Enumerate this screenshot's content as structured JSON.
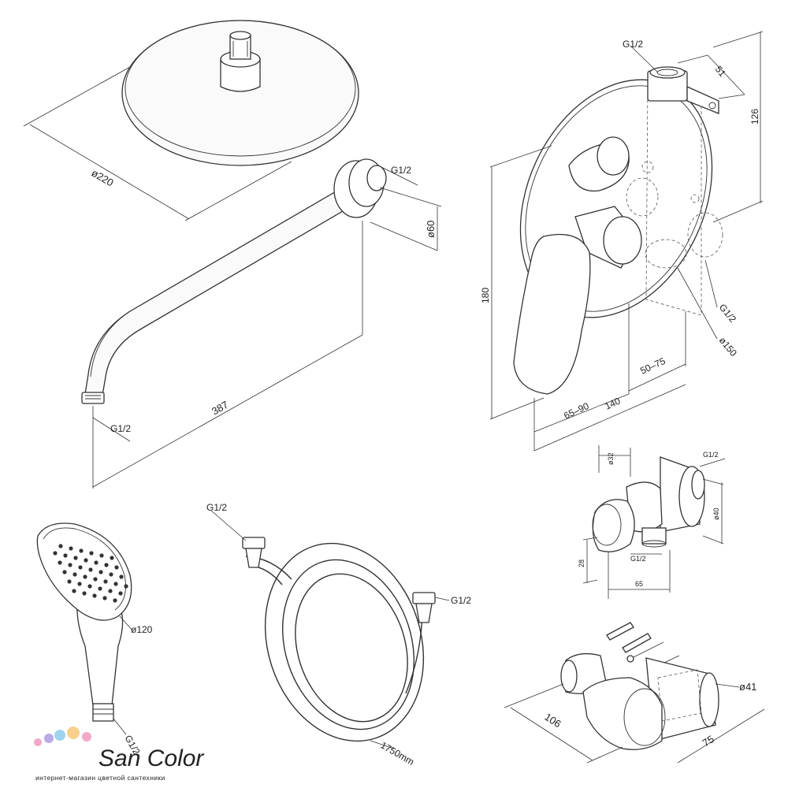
{
  "dimensions": {
    "head_diameter": "ø220",
    "arm_length": "387",
    "arm_flange_diameter": "ø60",
    "arm_wall_thread": "G1/2",
    "arm_head_thread": "G1/2",
    "mixer_height": "180",
    "mixer_body_height": "126",
    "mixer_body_depth": "51",
    "mixer_top_thread": "G1/2",
    "mixer_side_thread": "G1/2",
    "mixer_plate_diameter": "ø150",
    "mixer_range_1": "50–75",
    "mixer_range_2": "65–90",
    "mixer_total_depth": "140",
    "elbow_thread_top": "G1/2",
    "elbow_thread_bottom": "G1/2",
    "elbow_diameter": "ø40",
    "elbow_small_diameter": "ø32",
    "elbow_height": "28",
    "elbow_length": "65",
    "hand_shower_diameter": "ø120",
    "hand_shower_thread": "G1/2",
    "hose_thread_1": "G1/2",
    "hose_thread_2": "G1/2",
    "hose_length": "1750mm",
    "holder_length": "106",
    "holder_width": "75",
    "holder_diameter": "ø41"
  },
  "logo": {
    "brand": "San Color",
    "tagline": "интернет-магазин цветной сантехники",
    "colors": [
      "#f2a8c8",
      "#b9a9e6",
      "#9fd4f0",
      "#f6d08c"
    ]
  }
}
